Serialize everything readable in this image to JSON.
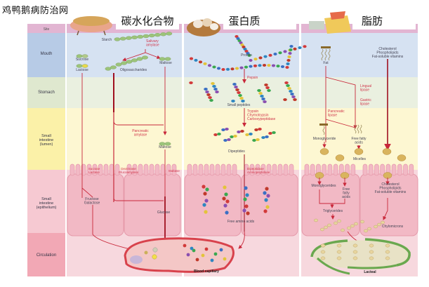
{
  "watermark": "鸡鸭鹅病防治网",
  "columns": {
    "carbohydrate": {
      "title": "碳水化合物"
    },
    "protein": {
      "title": "蛋白质"
    },
    "fat": {
      "title": "脂肪"
    }
  },
  "sites": {
    "header": "Site",
    "rows": [
      {
        "label": "Mouth",
        "color": "#b7cbe6"
      },
      {
        "label": "Stomach",
        "color": "#dfe8cf"
      },
      {
        "label": "Small intestine (lumen)",
        "color": "#fbf1a8"
      },
      {
        "label": "Small intestine (epithelium)",
        "color": "#f6c9d2"
      },
      {
        "label": "Circulation",
        "color": "#f2a8b5"
      }
    ]
  },
  "carbohydrate": {
    "starch": "Starch",
    "salivary_amylase": "Salivary amylase",
    "sucrose": "Sucrose",
    "lactose": "Lactose",
    "oligosaccharides": "Oligosaccharides",
    "maltose_mouth": "Maltose",
    "pancreatic_amylase": "Pancreatic amylase",
    "maltose_lumen": "Maltose",
    "sucrase_lactase": "Sucrase Lactase",
    "dextrinase": "Dextrinase Glucoamylase",
    "maltase": "Maltase",
    "fructose_galactose": "Fructose Galactose",
    "glucose": "Glucose"
  },
  "protein": {
    "protein": "Protein",
    "pepsin": "Pepsin",
    "small_peptides": "Small peptides",
    "trypsin": "Trypsin",
    "chymotrypsin": "Chymotrypsin",
    "carboxypeptidase": "Carboxypeptidase",
    "dipeptides": "Dipeptides",
    "dipeptidase": "Dipeptidase",
    "aminopeptidase": "Aminopeptidase",
    "free_amino_acids": "Free amino acids"
  },
  "fat": {
    "fat": "Fat",
    "cholesterol": "Cholesterol",
    "phospholipids": "Phospholipids",
    "fat_soluble_vitamins": "Fat-soluble vitamins",
    "lingual_lipase": "Lingual lipase",
    "gastric_lipase": "Gastric lipase",
    "pancreatic_lipase": "Pancreatic lipase",
    "monoglyceride": "Monoglyceride",
    "free_fatty_acids": "Free fatty acids",
    "micelles": "Micelles",
    "monoglycerides_epi": "Monoglycerides",
    "free_fatty_acids_epi": "Free fatty acids",
    "triglycerides": "Triglycerides",
    "cholesterol_epi": "Cholesterol",
    "phospholipids_epi": "Phospholipids",
    "fat_soluble_vitamins_epi": "Fat-soluble vitamins",
    "chylomicrons": "Chylomicrons"
  },
  "circulation": {
    "blood_capillary": "Blood capillary",
    "lacteal": "Lacteal"
  },
  "colors": {
    "arrow": "#c8283a",
    "enzyme_text": "#d0354a",
    "sugar_green": "#9cc47a",
    "sugar_yellow": "#e8d84a",
    "fat_droplet": "#d9b45e",
    "lacteal_green": "#6aa84f"
  }
}
